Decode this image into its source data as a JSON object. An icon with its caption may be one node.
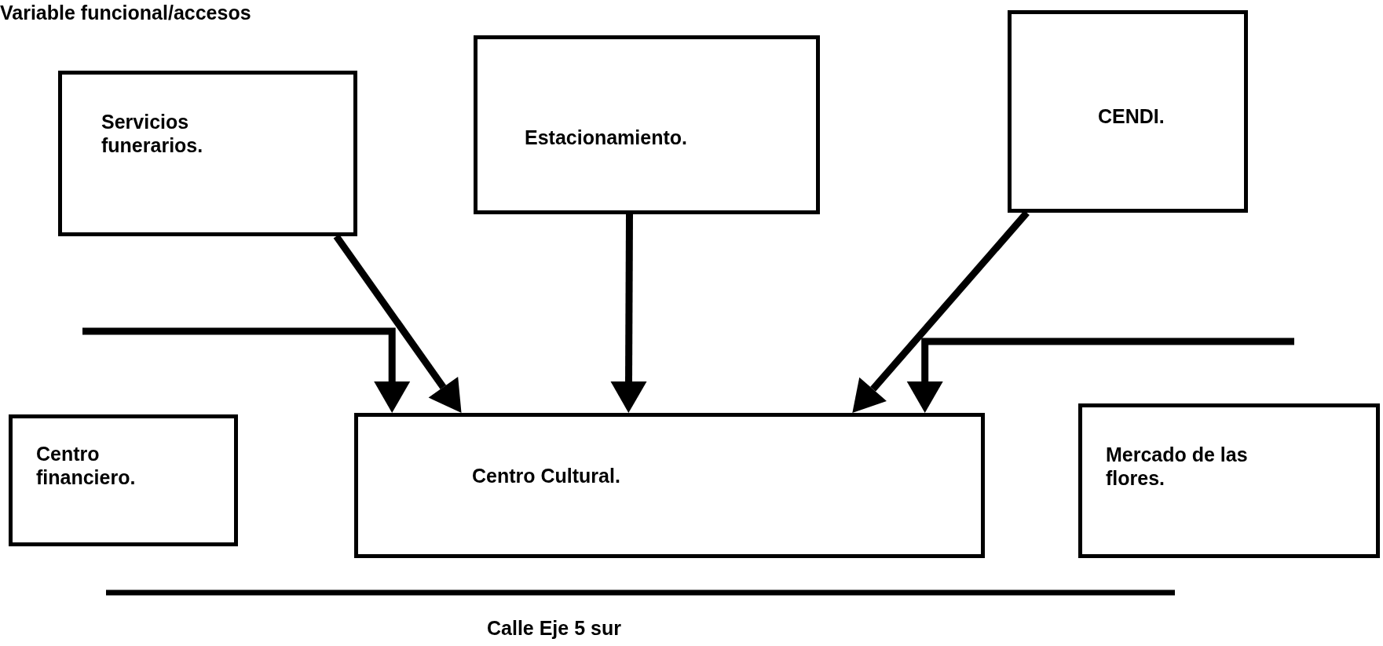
{
  "diagram": {
    "title": "Variable funcional/accesos",
    "nodes": [
      {
        "text": [
          "Servicios funerarios."
        ]
      },
      {
        "text": [
          "Estacionamiento."
        ]
      },
      {
        "text": [
          "CENDI."
        ]
      },
      {
        "text": [
          "Centro financiero."
        ]
      },
      {
        "text": [
          "Centro Cultural."
        ]
      },
      {
        "text": [
          "Mercado de las flores."
        ]
      }
    ],
    "edges": [
      {
        "from": 0,
        "to": 4,
        "arrow": "to"
      },
      {
        "from": 1,
        "to": 4,
        "arrow": "to"
      },
      {
        "from": 2,
        "to": 4,
        "arrow": "to"
      },
      {
        "from": null,
        "to": 4,
        "arrow": "to"
      },
      {
        "from": null,
        "to": 4,
        "arrow": "to"
      }
    ],
    "labels": [
      "Calle Eje 5 sur"
    ]
  }
}
